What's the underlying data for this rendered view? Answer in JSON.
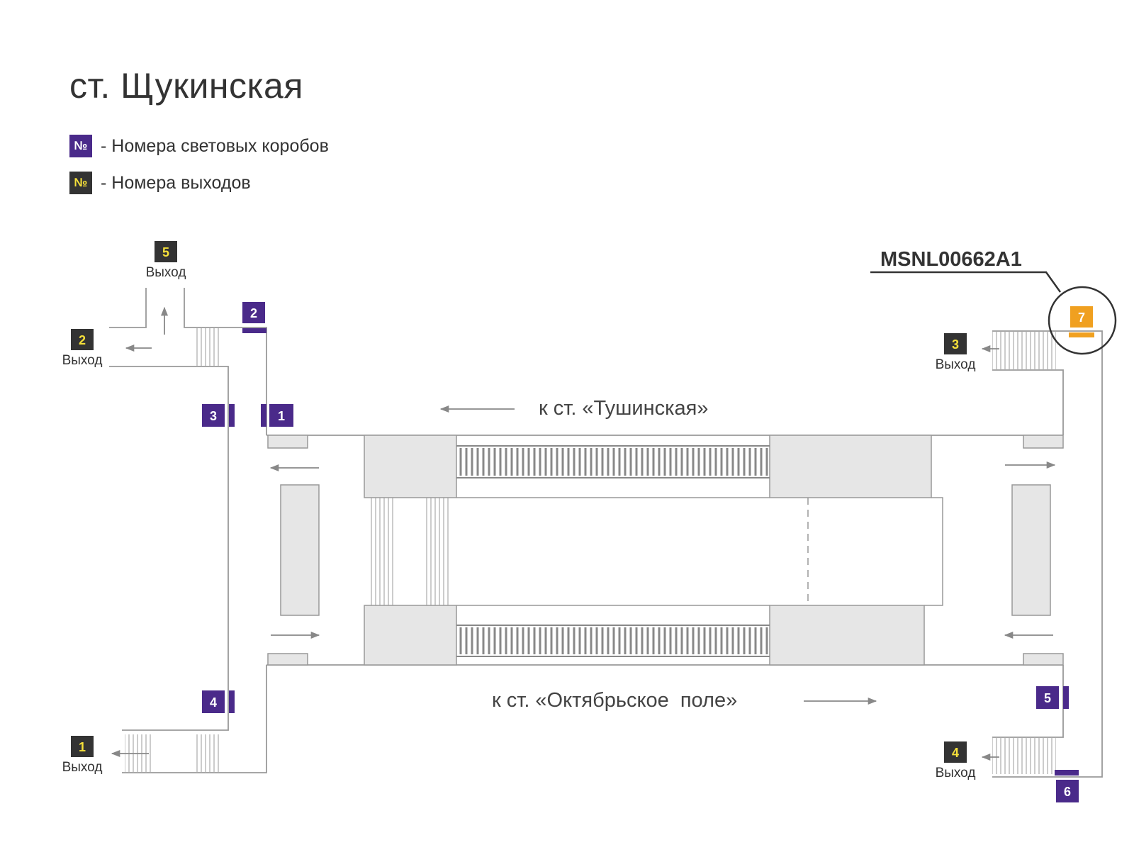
{
  "title": "ст. Щукинская",
  "legend": {
    "symbol": "№",
    "boxes_label": "- Номера световых коробов",
    "exits_label": "- Номера выходов"
  },
  "colors": {
    "lightbox": "#4a2a8a",
    "exit_bg": "#333333",
    "exit_text": "#f5e03a",
    "highlight": "#f0a020",
    "line": "#9a9a9a",
    "fill": "#e6e6e6"
  },
  "map": {
    "exit_word": "Выход",
    "exits": [
      "5",
      "2",
      "3",
      "1",
      "4"
    ],
    "lightboxes": [
      "2",
      "3",
      "1",
      "4",
      "5",
      "6"
    ],
    "highlight_box": "7",
    "highlight_code": "MSNL00662A1",
    "dir_top": "к ст. «Тушинская»",
    "dir_bottom": "к ст. «Октябрьское  поле»"
  }
}
